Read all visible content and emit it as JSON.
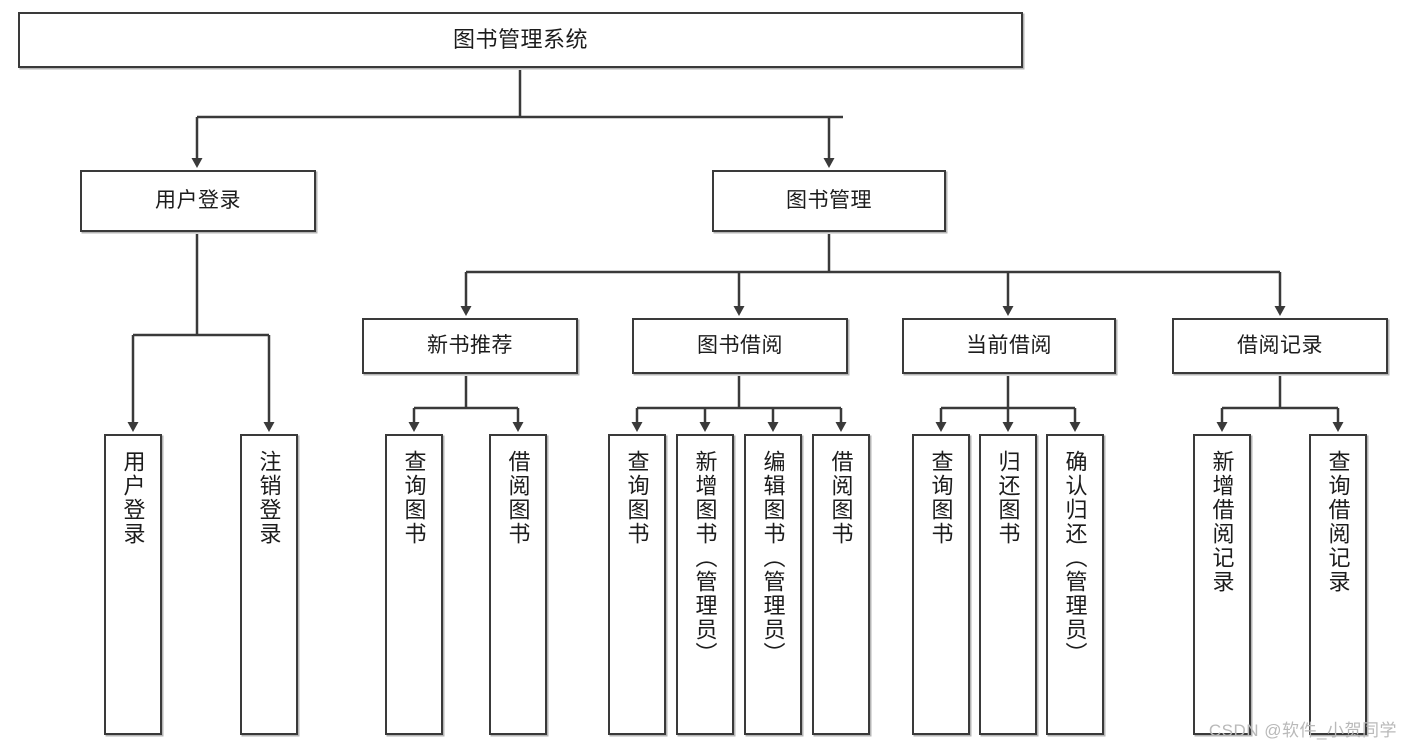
{
  "diagram": {
    "title": "图书管理系统",
    "watermark": "CSDN @软件_小贺同学",
    "stroke_color": "#3a3a3a",
    "text_color": "#1c1c1c",
    "background": "#ffffff",
    "root": {
      "label": "图书管理系统"
    },
    "level1": [
      {
        "label": "用户登录"
      },
      {
        "label": "图书管理"
      }
    ],
    "level2": [
      {
        "label": "新书推荐"
      },
      {
        "label": "图书借阅"
      },
      {
        "label": "当前借阅"
      },
      {
        "label": "借阅记录"
      }
    ],
    "leaves": [
      {
        "label": "用户登录"
      },
      {
        "label": "注销登录"
      },
      {
        "label": "查询图书"
      },
      {
        "label": "借阅图书"
      },
      {
        "label": "查询图书"
      },
      {
        "label": "新增图书（管理员）"
      },
      {
        "label": "编辑图书（管理员）"
      },
      {
        "label": "借阅图书"
      },
      {
        "label": "查询图书"
      },
      {
        "label": "归还图书"
      },
      {
        "label": "确认归还（管理员）"
      },
      {
        "label": "新增借阅记录"
      },
      {
        "label": "查询借阅记录"
      }
    ]
  }
}
